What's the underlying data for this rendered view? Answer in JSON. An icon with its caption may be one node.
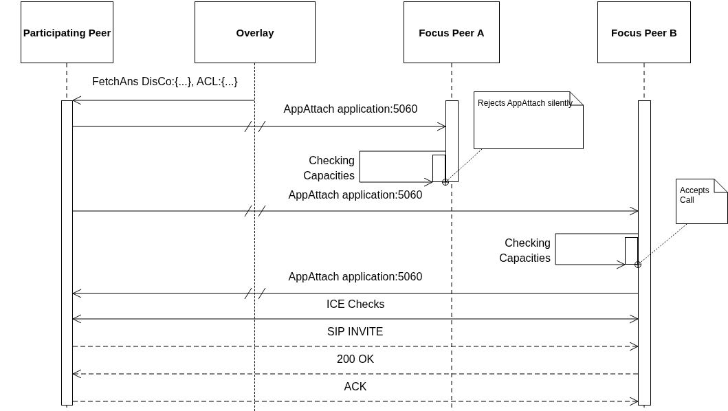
{
  "diagram": {
    "nodes": [
      {
        "text": [
          "Participating Peer"
        ]
      },
      {
        "text": [
          "Overlay"
        ]
      },
      {
        "text": [
          "Focus Peer A"
        ]
      },
      {
        "text": [
          "Focus Peer B"
        ]
      },
      {
        "text": [
          "Rejects AppAttach silently"
        ]
      },
      {
        "text": [
          "Accepts Call"
        ]
      },
      {
        "text": [],
        "shape": "bar"
      },
      {
        "text": [],
        "shape": "line"
      },
      {
        "text": [],
        "shape": "bar"
      },
      {
        "text": [],
        "shape": "bar"
      },
      {
        "text": [],
        "shape": "bar"
      },
      {
        "text": [],
        "shape": "bar"
      }
    ],
    "edges": [
      {
        "from": 7,
        "to": 6,
        "arrow": "to",
        "label": "FetchAns DisCo:{...}, ACL:{...}"
      },
      {
        "from": 6,
        "to": 8,
        "arrow": "to",
        "label": "AppAttach application:5060"
      },
      {
        "from": 8,
        "to": 9,
        "arrow": "to",
        "label": "Checking Capacities"
      },
      {
        "from": 6,
        "to": 10,
        "arrow": "to",
        "label": "AppAttach application:5060"
      },
      {
        "from": 10,
        "to": 11,
        "arrow": "to",
        "label": "Checking Capacities"
      },
      {
        "from": 10,
        "to": 6,
        "arrow": "to",
        "label": "AppAttach application:5060"
      },
      {
        "from": 6,
        "to": 10,
        "arrow": "both",
        "label": "ICE Checks"
      },
      {
        "from": 6,
        "to": 10,
        "arrow": "to",
        "label": "SIP INVITE",
        "style": "dashed"
      },
      {
        "from": 10,
        "to": 6,
        "arrow": "to",
        "label": "200 OK",
        "style": "dashed"
      },
      {
        "from": 6,
        "to": 10,
        "arrow": "to",
        "label": "ACK",
        "style": "dashed"
      },
      {
        "from": 4,
        "to": 9,
        "arrow": "other",
        "style": "dashed"
      },
      {
        "from": 5,
        "to": 11,
        "arrow": "other",
        "style": "dashed"
      }
    ]
  }
}
